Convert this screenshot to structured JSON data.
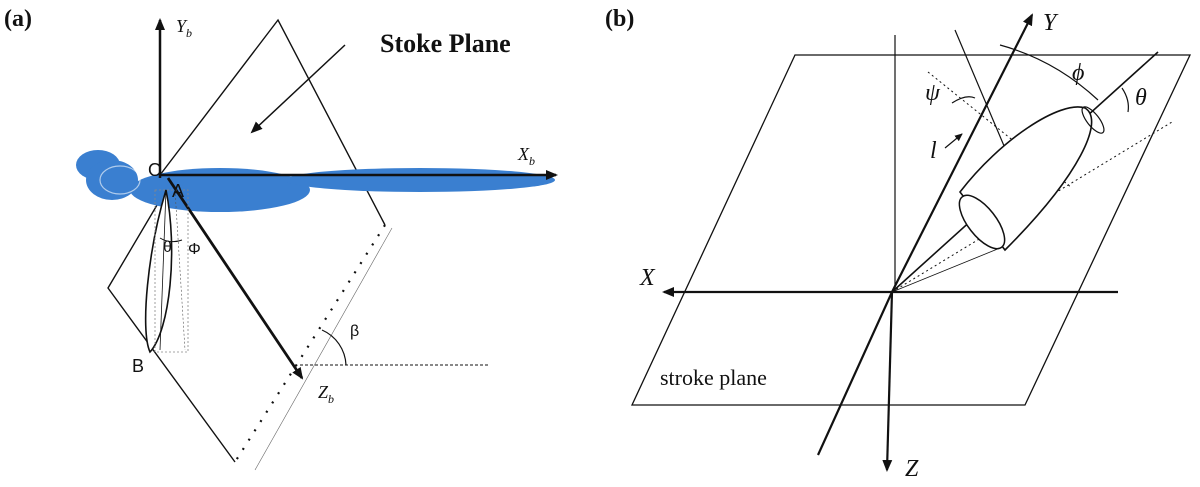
{
  "panel_a": {
    "label": "(a)",
    "title": "Stoke Plane",
    "axis_y": "Y",
    "axis_y_sub": "b",
    "axis_x": "X",
    "axis_x_sub": "b",
    "axis_z": "Z",
    "axis_z_sub": "b",
    "origin": "O",
    "point_a": "A",
    "point_b": "B",
    "theta": "θ",
    "phi": "Φ",
    "beta": "β",
    "colors": {
      "body": "#3a7fd0",
      "lines": "#111111"
    }
  },
  "panel_b": {
    "label": "(b)",
    "axis_y": "Y",
    "axis_x": "X",
    "axis_z": "Z",
    "psi": "ψ",
    "phi": "ϕ",
    "theta": "θ",
    "l": "l",
    "plane_label": "stroke plane"
  }
}
